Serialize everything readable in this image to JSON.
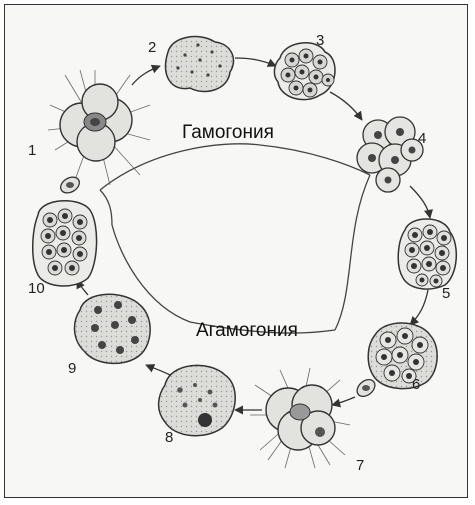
{
  "stage_labels": [
    "1",
    "2",
    "3",
    "4",
    "5",
    "6",
    "7",
    "8",
    "9",
    "10"
  ],
  "phase_labels": {
    "gamogony": "Гамогония",
    "agamogony": "Агамогония"
  },
  "colors": {
    "outline": "#333333",
    "cell_fill": "#d9d9d6",
    "nucleus": "#555555",
    "background": "#f7f7f5"
  }
}
